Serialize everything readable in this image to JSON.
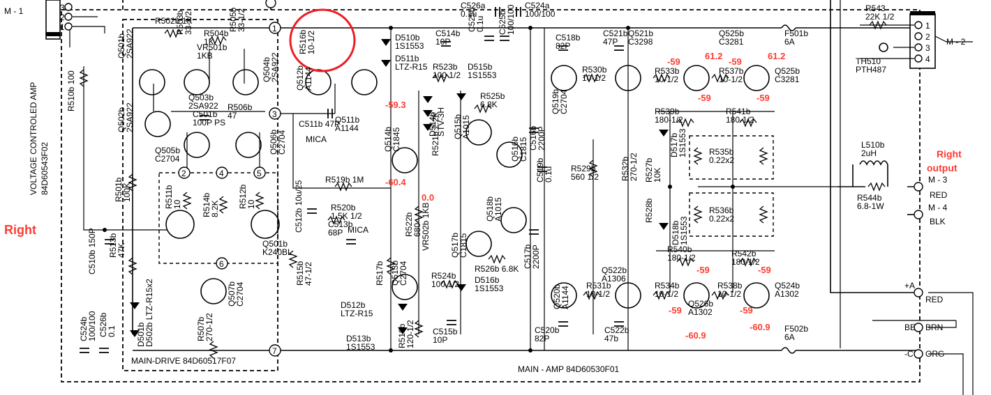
{
  "left_label": "Right",
  "right_output_label": "Right output",
  "right_output_line1": "Right",
  "right_output_line2": "output",
  "vca_line1": "VOLTAGE CONTROLED AMP",
  "vca_line2": "84D60543F02",
  "main_drive": "MAIN-DRIVE   84D60517F07",
  "main_amp": "MAIN - AMP      84D60530F01",
  "connector_m1": "M - 1",
  "connector_m2": "M - 2",
  "connector_m3": "M - 3",
  "connector_m4": "M - 4",
  "out_red": "RED",
  "out_blk": "BLK",
  "pwr_red": "RED",
  "pwr_brn": "BRN",
  "pwr_org": "ORG",
  "plus_a": "+A",
  "be": "BE",
  "minus_c": "-C",
  "m2_pins": [
    "1",
    "2",
    "3",
    "4"
  ],
  "m1_pins": [
    "3",
    "2",
    "1"
  ],
  "drive_nodes": [
    "1",
    "2",
    "3",
    "4",
    "5",
    "6",
    "7"
  ],
  "components": {
    "q501b": "Q501b\n2SA922",
    "r502b": "R502b 1K",
    "r503b": "R503b\n33-1/2",
    "r504b": "R504b\n1K",
    "vr501b": "VR501b\n1KB",
    "r505b": "R505b\n33-1/2",
    "q504b": "Q504b\n2SA922",
    "q503b": "Q503b\n2SA922",
    "r506b": "R506b\n47",
    "c501b": "C501b\n100P PS",
    "q502b": "Q502b\n2SA922",
    "q505b": "Q505b\nC2704",
    "q506b": "Q506b\nC2704",
    "r510b": "R510b 100",
    "r501b": "R501b\n100K",
    "r511b": "R511b\n10",
    "r514b": "R514b\n8.2K",
    "r512b": "R512b\n10",
    "q501b_fet": "Q501b\nK240BL",
    "c510b": "C510b 150P",
    "r513b": "R513b\n47K",
    "q507b": "Q507b\nC2704",
    "r507b": "R507b\n270-1/2",
    "d501b": "D501b\nD502b LTZ-R15x2",
    "c524b": "C524b\n100/100",
    "c526b": "C526b\n0.1",
    "r516b": "R516b\n10-1/2",
    "q512b": "Q512b\nA1144",
    "q511b": "Q511b\nA1144",
    "c511b": "C511b 47P",
    "mica1": "MICA",
    "mica2": "MICA",
    "r519b": "R519b 1M",
    "c512b": "C512b 10u/25",
    "r520b": "R520b\n1.5K 1/2",
    "c513b": "C513b\n68P",
    "r515b": "R515b\n47-1/2",
    "r522b": "R522b\n680",
    "vr502b": "VR502b 1KB",
    "r521b": "R521b 2.2K",
    "q514b": "Q514b\nC1845",
    "r517b": "R517b",
    "q513b": "Q513b\nC2704",
    "r518b": "R518b\n120-1/2",
    "d512b": "D512b\nLTZ-R15",
    "d513b": "D513b\n1S1553",
    "d510b": "D510b\n1S1553",
    "d511b": "D511b\nLTZ-R15",
    "c514b": "C514b\n10P",
    "c525b": "C525b\n0.1u",
    "c526a": "C526a\n0.1u",
    "c524a": "C524a\n100/100",
    "c525a": "C525b\n100/100",
    "r523b": "R523b\n100 1/2",
    "d515b": "D515b\n1S1553",
    "d514b": "D514b\nSTV-3H",
    "r525b": "R525b\n6.8K",
    "q515b": "Q515b\nA1015",
    "q516b": "Q516b\nC1815",
    "c516b": "C516b\n2200P",
    "q518b": "Q518b\nA1015",
    "q517b": "Q517b\nC1815",
    "c517b": "C517b\n2200P",
    "r526b": "R526b 6.8K",
    "r524b": "R524b\n100 1/2",
    "d516b": "D516b\n1S1553",
    "c515b": "C515b\n10P",
    "c518b": "C518b\n82P",
    "q519b": "Q519b\nC2704",
    "r530b": "R530b\n10-1/2",
    "c521b": "C521b\n47P",
    "q521b": "Q521b\nC3298",
    "c519b": "C519b\n0.1u",
    "r529b": "R529b\n560 1/2",
    "r532b": "R532b\n270-1/2",
    "r527b": "R527b\n10K",
    "d517b": "D517b\n1S1553",
    "r528b": "R528b",
    "d518b": "D518b\n1S1553",
    "q520b": "Q520b\nA1144",
    "c520b": "C520b\n82P",
    "r531b": "R531b\n10-1/2",
    "q522b": "Q522b\nA1306",
    "c522b": "C522b\n47b",
    "q525b_l": "Q525b\nC3281",
    "r533b": "R533b\n10-1/2",
    "r537b": "R537b\n10-1/2",
    "q525b_r": "Q525b\nC3281",
    "r539b": "R539b\n180-1/2",
    "r541b": "R541b\n180-1/2",
    "r535b": "R535b\n0.22x2",
    "r536b": "R536b\n0.22x2",
    "r540b": "R540b\n180-1/2",
    "r542b": "R542b\n180-1/2",
    "r534b": "R534b\n10-1/2",
    "q526b": "Q526b\nA1302",
    "r538b": "R538b\n10-1/2",
    "q524b": "Q524b\nA1302",
    "f501b": "F501b\n6A",
    "f502b": "F502b\n6A",
    "r543": "R543\n22K 1/2",
    "th510": "TH510\nPTH487",
    "l510b": "L510b\n2uH",
    "r544b": "R544b\n6.8-1W"
  },
  "measurements": {
    "q514_emitter": "-59.3",
    "q514_base": "-60.4",
    "vr_mid": "0.0",
    "q525_base_l": "-59",
    "q525_col_l": "61.2",
    "q525_em_l": "-59",
    "q525_base_r": "-59",
    "q525_col_r": "61.2",
    "q525_em_r": "-59",
    "q526_top": "-59",
    "q526_base": "-59",
    "q526_col": "-60.9",
    "q524_top": "-59",
    "q524_base": "-59",
    "q524_col": "-60.9"
  },
  "colors": {
    "annotation": "#ff3b30",
    "ink": "#000000",
    "background": "#ffffff"
  }
}
